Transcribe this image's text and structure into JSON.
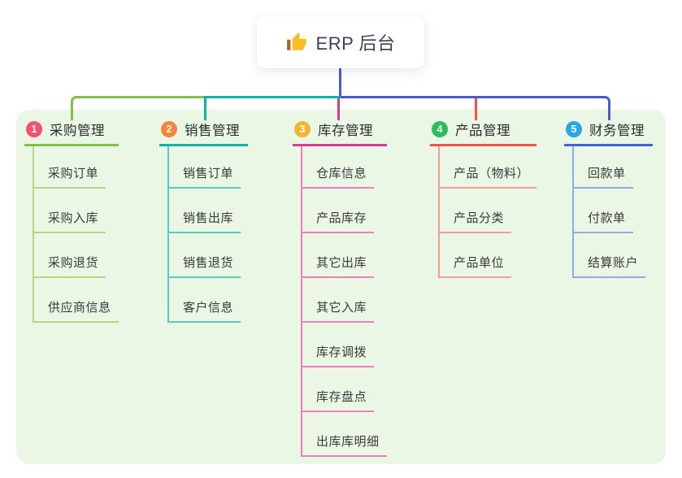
{
  "root": {
    "label": "ERP 后台",
    "icon": "thumbs-up-icon"
  },
  "panel_bg": "#EAF7E4",
  "connector": {
    "root_line_color": "#4A5BC9",
    "bus_left_color": "#82C04A",
    "bus_mid_color": "#0FB2A8",
    "bus_right_color": "#4A5BC9",
    "drop_inventory_color": "#D63C97",
    "drop_product_color": "#F4514E"
  },
  "branches": [
    {
      "number": "1",
      "title": "采购管理",
      "badge_color": "#F4516C",
      "line_color": "#82C04A",
      "child_line_color": "#B2D98B",
      "children": [
        "采购订单",
        "采购入库",
        "采购退货",
        "供应商信息"
      ]
    },
    {
      "number": "2",
      "title": "销售管理",
      "badge_color": "#F5853C",
      "line_color": "#0FB2A8",
      "child_line_color": "#55CBC1",
      "children": [
        "销售订单",
        "销售出库",
        "销售退货",
        "客户信息"
      ]
    },
    {
      "number": "3",
      "title": "库存管理",
      "badge_color": "#F7B32B",
      "line_color": "#D63C97",
      "child_line_color": "#F07CBF",
      "children": [
        "仓库信息",
        "产品库存",
        "其它出库",
        "其它入库",
        "库存调拨",
        "库存盘点",
        "出库库明细"
      ]
    },
    {
      "number": "4",
      "title": "产品管理",
      "badge_color": "#2ABD5B",
      "line_color": "#F4514E",
      "child_line_color": "#F79B97",
      "children": [
        "产品（物料）",
        "产品分类",
        "产品单位"
      ]
    },
    {
      "number": "5",
      "title": "财务管理",
      "badge_color": "#2AA5E5",
      "line_color": "#3F63D8",
      "child_line_color": "#93A9E6",
      "children": [
        "回款单",
        "付款单",
        "结算账户"
      ]
    }
  ]
}
